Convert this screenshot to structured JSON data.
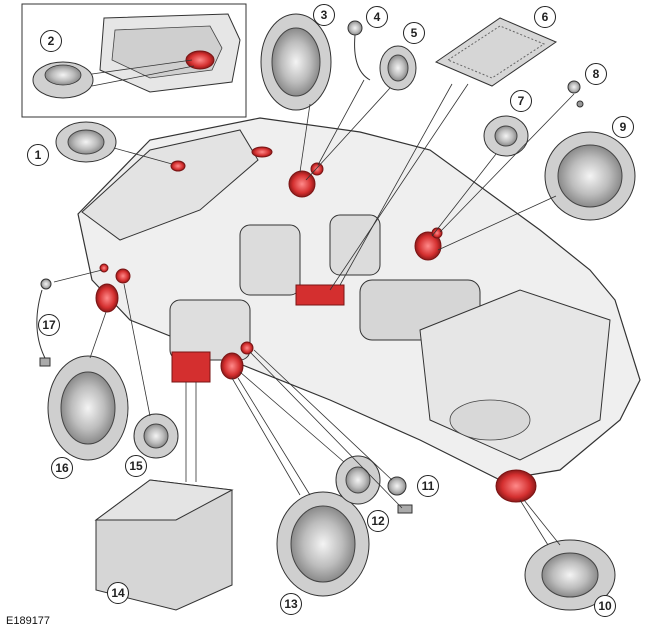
{
  "figure_id": "E189177",
  "callouts": [
    "1",
    "2",
    "3",
    "4",
    "5",
    "6",
    "7",
    "8",
    "9",
    "10",
    "11",
    "12",
    "13",
    "14",
    "15",
    "16",
    "17"
  ],
  "colors": {
    "highlight": "#d42f2f",
    "highlight_dark": "#8c1a1a",
    "outline": "#333333",
    "body_fill": "#ededed",
    "part_fill": "#dcdcdc",
    "leader": "#333333"
  }
}
